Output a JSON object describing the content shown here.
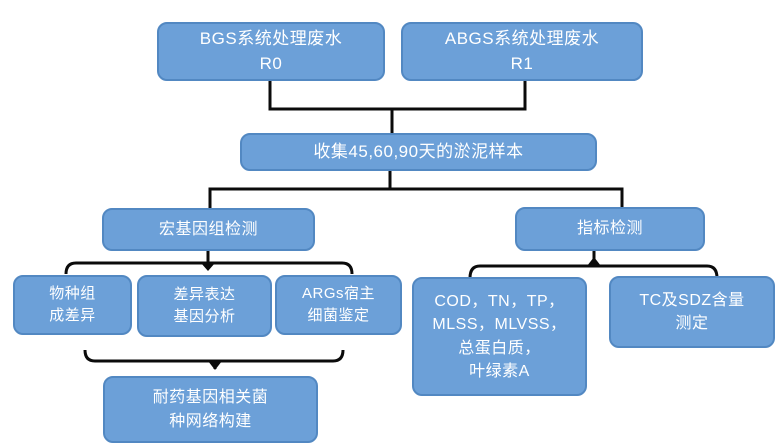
{
  "colors": {
    "box_fill": "#6CA0D8",
    "box_border": "#5288C2",
    "connector": "#0B0B0B",
    "text": "#FFFFFF",
    "background": "#FFFFFF"
  },
  "nodes": {
    "r0": {
      "label": "BGS系统处理废水\nR0"
    },
    "r1": {
      "label": "ABGS系统处理废水\nR1"
    },
    "collect": {
      "label": "收集45,60,90天的淤泥样本"
    },
    "metagenome": {
      "label": "宏基因组检测"
    },
    "indicator": {
      "label": "指标检测"
    },
    "species_diff": {
      "label": "物种组\n成差异"
    },
    "diff_expr": {
      "label": "差异表达\n基因分析"
    },
    "args_host": {
      "label": "ARGs宿主\n细菌鉴定"
    },
    "water_quality": {
      "label": "COD，TN，TP，\nMLSS，MLVSS，\n总蛋白质，\n叶绿素A"
    },
    "tc_sdz": {
      "label": "TC及SDZ含量\n测定"
    },
    "network": {
      "label": "耐药基因相关菌\n种网络构建"
    }
  }
}
